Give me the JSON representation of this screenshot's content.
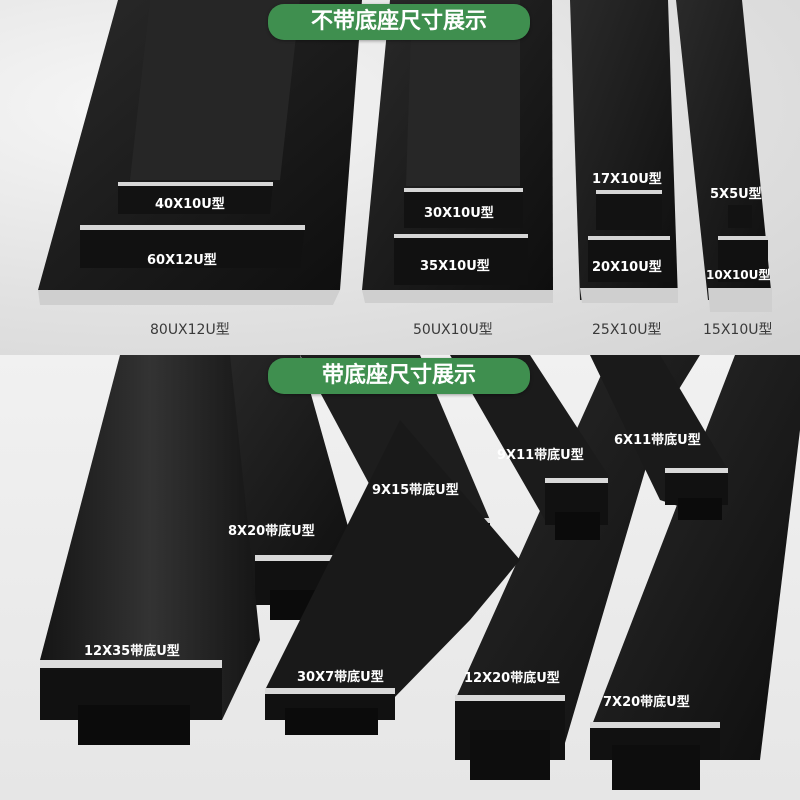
{
  "banners": {
    "top": "不带底座尺寸展示",
    "bottom": "带底座尺寸展示"
  },
  "top_profiles": {
    "group_80": {
      "caption": "80UX12U型",
      "inner_labels": [
        "40X10U型",
        "60X12U型"
      ]
    },
    "group_50": {
      "caption": "50UX10U型",
      "inner_labels": [
        "30X10U型",
        "35X10U型"
      ]
    },
    "group_25": {
      "caption": "25X10U型",
      "inner_labels": [
        "17X10U型",
        "20X10U型"
      ]
    },
    "group_15": {
      "caption": "15X10U型",
      "inner_labels": [
        "5X5U型",
        "10X10U型"
      ]
    }
  },
  "bottom_profiles": [
    "9X11带底U型",
    "6X11带底U型",
    "9X15带底U型",
    "8X20带底U型",
    "12X35带底U型",
    "30X7带底U型",
    "12X20带底U型",
    "7X20带底U型"
  ],
  "colors": {
    "banner_green": "#3f8f4f",
    "profile_black": "#1c1c1c",
    "aluminum_edge": "#d9d9d9"
  }
}
